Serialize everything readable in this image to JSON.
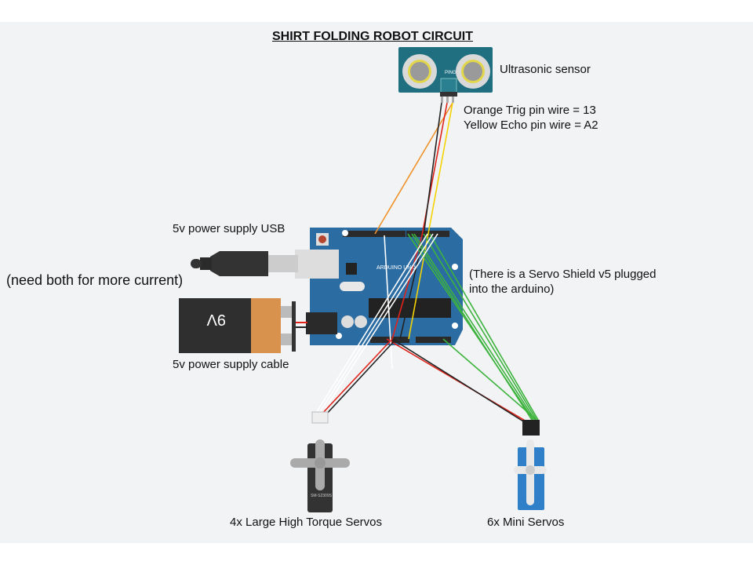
{
  "title": "SHIRT FOLDING ROBOT CIRCUIT",
  "labels": {
    "ultrasonic": "Ultrasonic sensor",
    "trig": "Orange Trig pin wire = 13",
    "echo": "Yellow Echo pin wire = A2",
    "usb": "5v power supply USB",
    "both": "(need both for more current)",
    "cable": "5v power supply cable",
    "shield_1": "(There is a Servo Shield v5 plugged",
    "shield_2": "into the arduino)",
    "large_servos": "4x Large High Torque Servos",
    "mini_servos": "6x Mini Servos"
  },
  "components": {
    "battery_text": "9V",
    "arduino_text": "ARDUINO UNO",
    "sensor_text": "PING",
    "large_servo_text": "SM-S2309S"
  },
  "colors": {
    "background": "#f1f3f5",
    "arduino": "#2b6ca3",
    "sensor": "#1f6f80",
    "trig_wire": "#f0922b",
    "echo_wire": "#f5d300",
    "signal_wire": "#3db33d",
    "power_wire": "#e0241b",
    "ground_wire": "#222222",
    "servo_blue": "#2f80c8"
  }
}
